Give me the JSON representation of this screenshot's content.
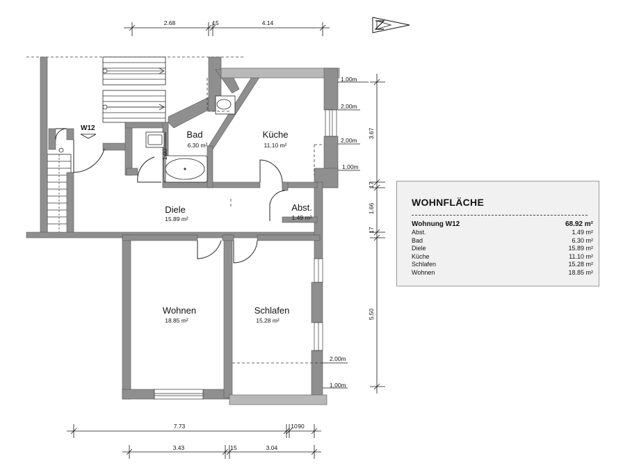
{
  "unit_label": "W12",
  "rooms": {
    "bad": {
      "name": "Bad",
      "area": "6.30 m²"
    },
    "kueche": {
      "name": "Küche",
      "area": "11.10 m²"
    },
    "diele": {
      "name": "Diele",
      "area": "15.89 m²"
    },
    "abst": {
      "name": "Abst.",
      "area": "1.49 m²"
    },
    "wohnen": {
      "name": "Wohnen",
      "area": "18.85 m²"
    },
    "schlafen": {
      "name": "Schlafen",
      "area": "15.28 m²"
    }
  },
  "dimensions": {
    "top_a": "2.68",
    "top_b": "15",
    "top_c": "4.14",
    "right_a": "3.67",
    "right_b": "17",
    "right_c": "1.66",
    "right_d": "17",
    "right_e": "5.50",
    "bottom1_a": "7.73",
    "bottom1_b": "10",
    "bottom1_c": "90",
    "bottom2_a": "3.43",
    "bottom2_b": "15",
    "bottom2_c": "3.04",
    "bath_width": "1.90",
    "height_markers": [
      "1,00m",
      "2,00m",
      "2,00m",
      "1,00m",
      "2,00m",
      "1,00m"
    ]
  },
  "area_table": {
    "title": "WOHNFLÄCHE",
    "total_label": "Wohnung W12",
    "total_value": "68.92 m²",
    "rows": [
      {
        "label": "Abst.",
        "value": "1.49 m²"
      },
      {
        "label": "Bad",
        "value": "6.30 m²"
      },
      {
        "label": "Diele",
        "value": "15.89 m²"
      },
      {
        "label": "Küche",
        "value": "11.10 m²"
      },
      {
        "label": "Schlafen",
        "value": "15.28 m²"
      },
      {
        "label": "Wohnen",
        "value": "18.85 m²"
      }
    ]
  }
}
